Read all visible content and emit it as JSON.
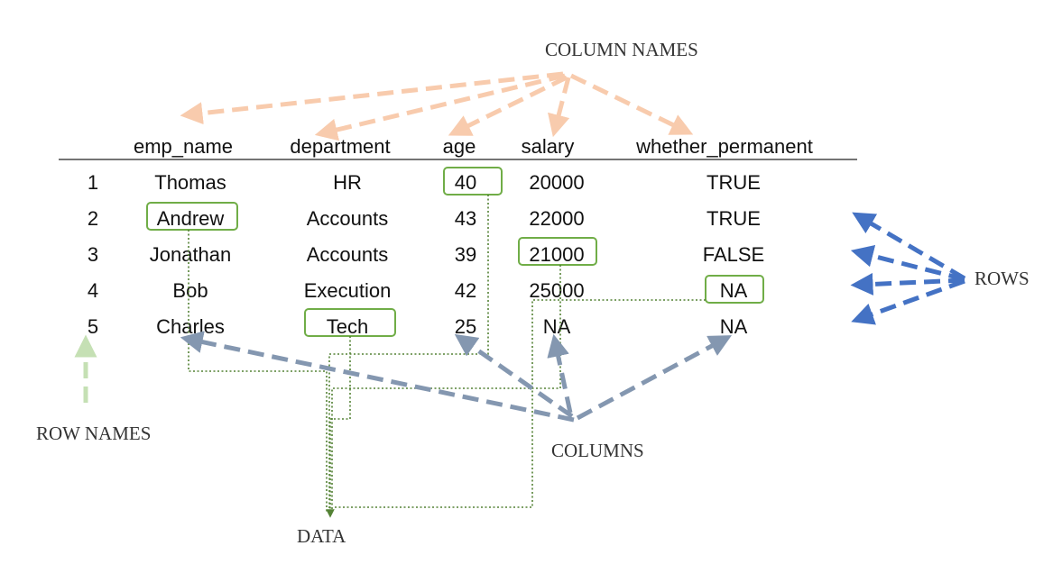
{
  "labels": {
    "column_names": "COLUMN NAMES",
    "rows": "ROWS",
    "row_names": "ROW NAMES",
    "columns": "COLUMNS",
    "data": "DATA"
  },
  "table": {
    "headers": [
      "emp_name",
      "department",
      "age",
      "salary",
      "whether_permanent"
    ],
    "row_names": [
      "1",
      "2",
      "3",
      "4",
      "5"
    ],
    "rows": [
      [
        "Thomas",
        "HR",
        "40",
        "20000",
        "TRUE"
      ],
      [
        "Andrew",
        "Accounts",
        "43",
        "22000",
        "TRUE"
      ],
      [
        "Jonathan",
        "Accounts",
        "39",
        "21000",
        "FALSE"
      ],
      [
        "Bob",
        "Execution",
        "42",
        "25000",
        "NA"
      ],
      [
        "Charles",
        "Tech",
        "25",
        "NA",
        "NA"
      ]
    ]
  },
  "colors": {
    "column_names_arrow": "#f8cbad",
    "rows_arrow": "#4472c4",
    "row_names_arrow": "#c5e0b4",
    "columns_arrow": "#8497b0",
    "data_highlight": "#70ad47",
    "data_connector": "#548235"
  }
}
